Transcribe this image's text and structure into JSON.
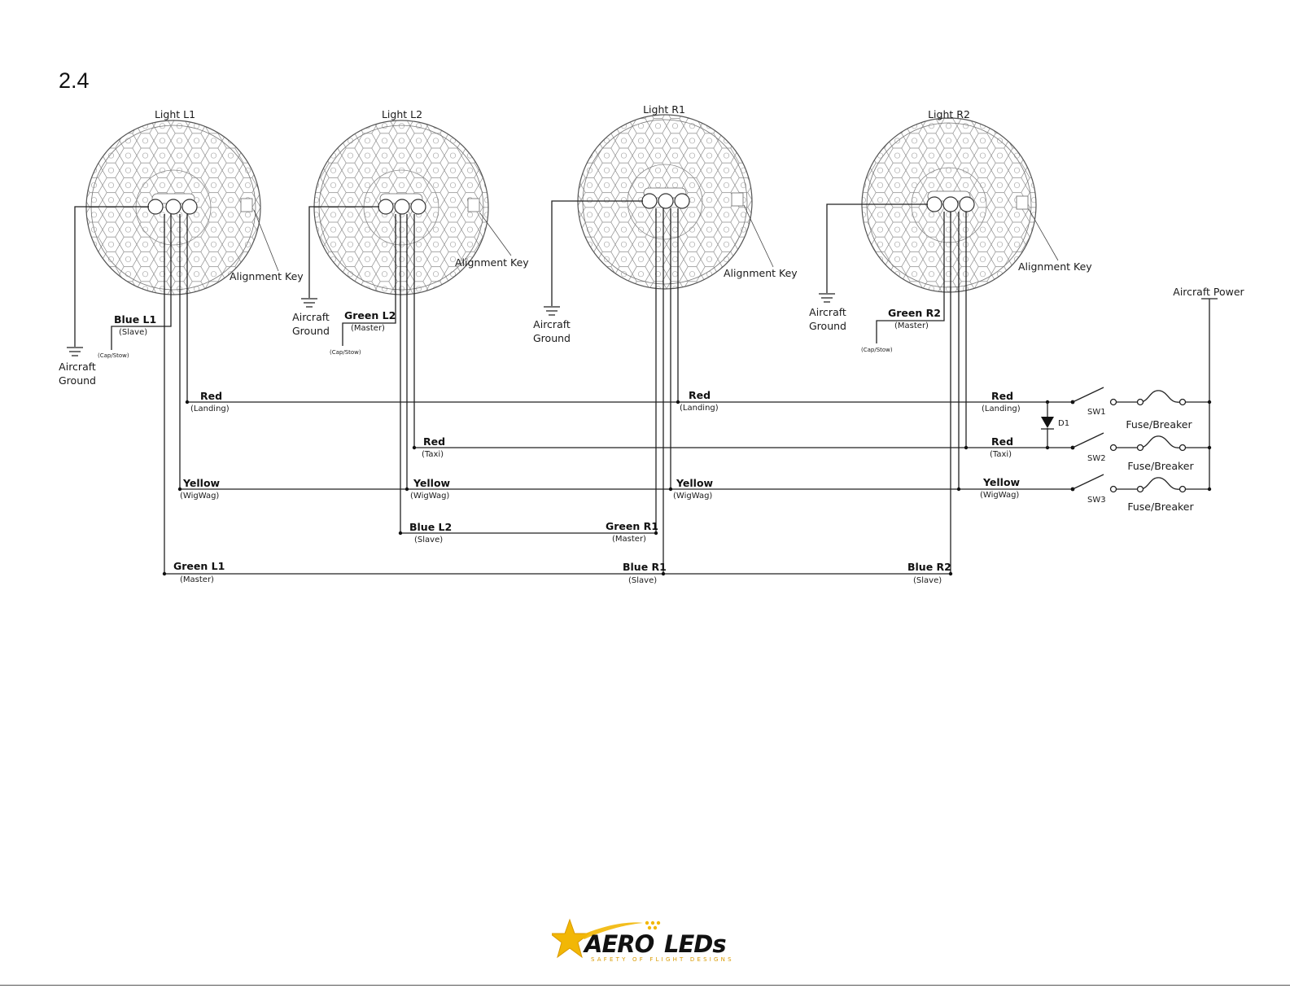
{
  "section": "2.4",
  "lights": [
    {
      "id": "L1",
      "title": "Light L1"
    },
    {
      "id": "L2",
      "title": "Light L2"
    },
    {
      "id": "R1",
      "title": "Light R1"
    },
    {
      "id": "R2",
      "title": "Light R2"
    }
  ],
  "alignment_key": "Alignment Key",
  "ground": {
    "line1": "Aircraft",
    "line2": "Ground"
  },
  "cap_stow": "(Cap/Stow)",
  "aircraft_power": "Aircraft Power",
  "wires": {
    "blue_l1": {
      "name": "Blue L1",
      "role": "(Slave)"
    },
    "green_l2": {
      "name": "Green L2",
      "role": "(Master)"
    },
    "green_r2": {
      "name": "Green R2",
      "role": "(Master)"
    },
    "red": "Red",
    "landing": "(Landing)",
    "taxi": "(Taxi)",
    "yellow": "Yellow",
    "wigwag": "(WigWag)",
    "blue_l2": {
      "name": "Blue L2",
      "role": "(Slave)"
    },
    "green_r1": {
      "name": "Green R1",
      "role": "(Master)"
    },
    "green_l1": {
      "name": "Green L1",
      "role": "(Master)"
    },
    "blue_r1": {
      "name": "Blue R1",
      "role": "(Slave)"
    },
    "blue_r2": {
      "name": "Blue R2",
      "role": "(Slave)"
    }
  },
  "components": {
    "sw1": "SW1",
    "sw2": "SW2",
    "sw3": "SW3",
    "d1": "D1",
    "fuse": "Fuse/Breaker"
  },
  "logo": {
    "brand_left": "AERO",
    "brand_right": "LEDs",
    "tagline": "SAFETY OF FLIGHT DESIGNS",
    "accent": "#f2b705"
  }
}
